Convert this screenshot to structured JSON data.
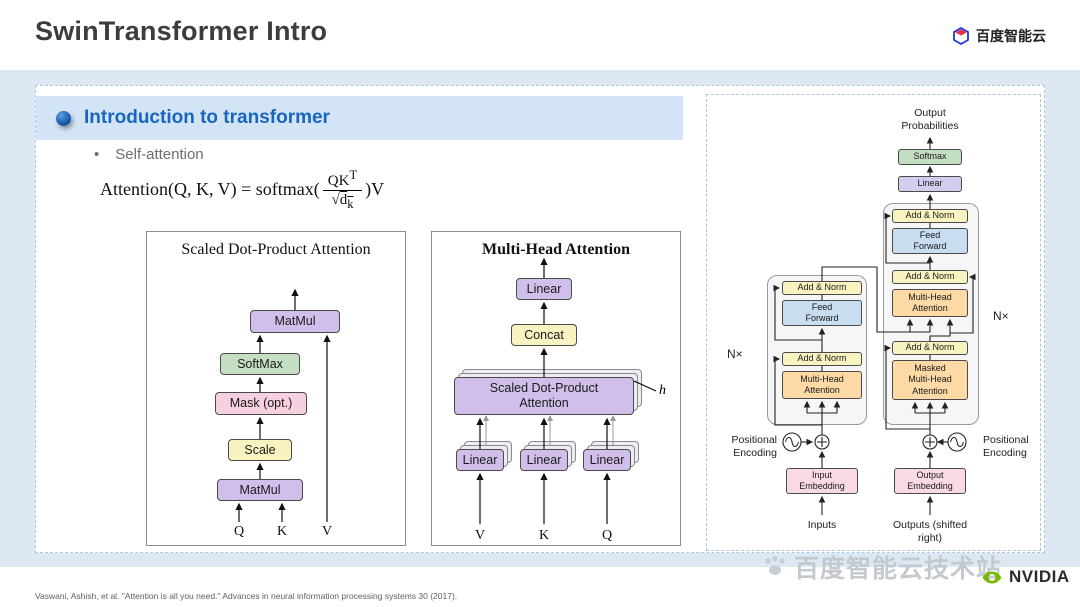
{
  "header": {
    "title": "SwinTransformer Intro",
    "brand": "百度智能云"
  },
  "intro": {
    "section_title": "Introduction to transformer",
    "bullet_marker": "•",
    "bullet": "Self-attention",
    "formula": {
      "prefix": "Attention(Q, K, V) = softmax(",
      "num": "QK",
      "num_sup": "T",
      "sqrt": "√",
      "den": "d",
      "den_sub": "k",
      "suffix": ")V"
    }
  },
  "sdpa": {
    "title": "Scaled Dot-Product Attention",
    "matmul_top": "MatMul",
    "softmax": "SoftMax",
    "mask": "Mask (opt.)",
    "scale": "Scale",
    "matmul_bottom": "MatMul",
    "q": "Q",
    "k": "K",
    "v": "V"
  },
  "mha": {
    "title": "Multi-Head Attention",
    "linear_top": "Linear",
    "concat": "Concat",
    "sdpa_box": "Scaled Dot-Product Attention",
    "h": "h",
    "linear": "Linear",
    "v": "V",
    "k": "K",
    "q": "Q"
  },
  "transformer": {
    "output_probabilities": "Output Probabilities",
    "softmax": "Softmax",
    "linear": "Linear",
    "add_norm": "Add & Norm",
    "feed_forward": "Feed Forward",
    "multi_head_attention": "Multi-Head Attention",
    "masked_multi_head_attention": "Masked Multi-Head Attention",
    "input_embedding": "Input Embedding",
    "output_embedding": "Output Embedding",
    "positional_encoding": "Positional Encoding",
    "nx": "N×",
    "inputs": "Inputs",
    "outputs": "Outputs (shifted right)"
  },
  "footer": {
    "citation": "Vaswani, Ashish, et al. \"Attention is all you need.\" Advances in neural information processing systems 30 (2017).",
    "watermark": "百度智能云技术站",
    "nvidia": "NVIDIA"
  },
  "colors": {
    "accent_blue": "#1966c0",
    "slide_bg": "#dde8f3",
    "stripe_bg": "#d3e4f6",
    "box_purple": "#d0bfea",
    "box_green": "#c3dec0",
    "box_yellow": "#f8f3c0",
    "box_pink": "#f6cfe0",
    "box_orange": "#fcd9a5",
    "box_blue": "#c9ddf0",
    "box_embed_pink": "#f9dae2",
    "box_lavender": "#d3cdf0",
    "nvidia_green": "#76b900"
  }
}
